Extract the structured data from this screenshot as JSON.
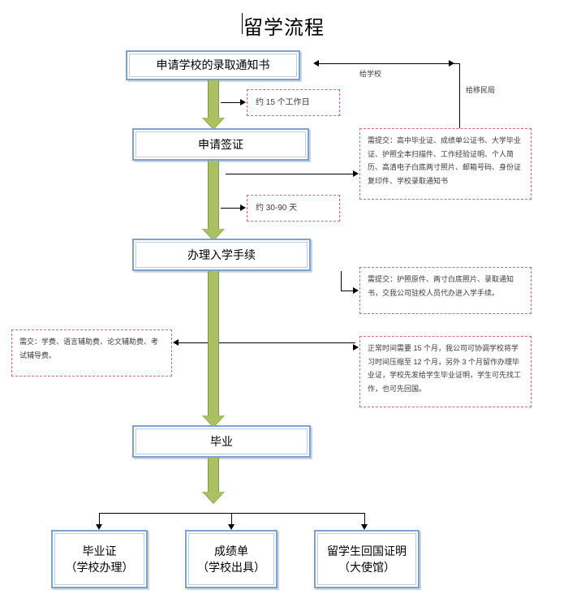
{
  "document": {
    "title": "留学流程"
  },
  "process_steps": [
    {
      "id": "step-offer",
      "label": "申请学校的录取通知书"
    },
    {
      "id": "step-visa",
      "label": "申请签证"
    },
    {
      "id": "step-enrollment",
      "label": "办理入学手续"
    },
    {
      "id": "step-graduate",
      "label": "毕业"
    }
  ],
  "duration_notes": [
    {
      "id": "note-15-working-days",
      "label": "约 15 个工作日"
    },
    {
      "id": "note-30-90-days",
      "label": "约 30-90 天"
    }
  ],
  "connector_labels": [
    {
      "id": "label-to-school",
      "label": "给学校"
    },
    {
      "id": "label-to-immigration",
      "label": "给移民局"
    }
  ],
  "notes": {
    "visa_documents": "需提交：高中毕业证、成绩单公证书、大学毕业证、护照全本扫描件、工作经验证明、个人简历、高清电子白底两寸照片、邮箱号码、身份证复印件、学校录取通知书",
    "enrollment_documents": "需提交：护照原件、两寸白底照片、录取通知书，交我公司驻校人员代办进入学手续。",
    "study_duration": "正常时间需要 15 个月，我公司可协调学校将学习时间压缩至 12 个月，另外 3 个月留作办理毕业证，学校先发给学生毕业证明，学生可先找工作，也可先回国。",
    "fees": "需交：学费、语言辅助费、论文辅助费、考试辅导费。"
  },
  "outcomes": [
    {
      "id": "outcome-diploma",
      "line1": "毕业证",
      "line2": "（学校办理）"
    },
    {
      "id": "outcome-transcript",
      "line1": "成绩单",
      "line2": "（学校出具）"
    },
    {
      "id": "outcome-return-cert",
      "line1": "留学生回国证明",
      "line2": "（大使馆）"
    }
  ],
  "colors": {
    "box_border": "#7aa3d4",
    "box_border_inner": "#b9cde5",
    "arrow_fill": "#a9c162",
    "arrow_outline": "#7f9b3b",
    "note_border": "#d46a6a",
    "connector": "#000000"
  }
}
